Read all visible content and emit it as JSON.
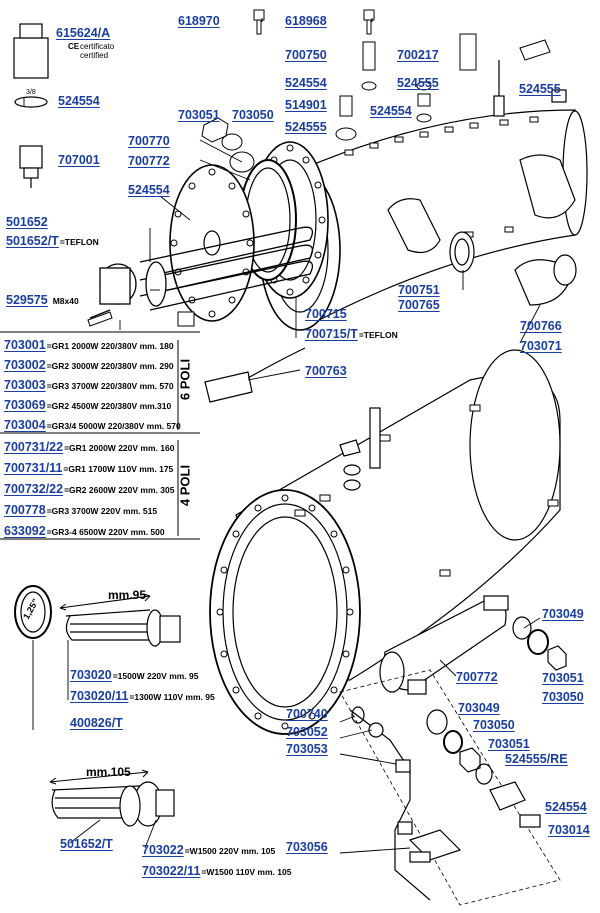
{
  "parts": {
    "p615624A": {
      "code": "615624/A"
    },
    "p524554a": {
      "code": "524554"
    },
    "p707001": {
      "code": "707001"
    },
    "p618970": {
      "code": "618970"
    },
    "p618968": {
      "code": "618968"
    },
    "p700750": {
      "code": "700750"
    },
    "p700217": {
      "code": "700217"
    },
    "p524554b": {
      "code": "524554"
    },
    "p524555a": {
      "code": "524555"
    },
    "p524555b": {
      "code": "524555"
    },
    "p514901": {
      "code": "514901"
    },
    "p524554c": {
      "code": "524554"
    },
    "p703051a": {
      "code": "703051"
    },
    "p703050a": {
      "code": "703050"
    },
    "p524555c": {
      "code": "524555"
    },
    "p700770": {
      "code": "700770"
    },
    "p700772a": {
      "code": "700772"
    },
    "p524554d": {
      "code": "524554"
    },
    "p501652": {
      "code": "501652"
    },
    "p501652T": {
      "code": "501652/T",
      "suffix": "=TEFLON"
    },
    "p529575": {
      "code": "529575",
      "suffix": "M8x40"
    },
    "p700751": {
      "code": "700751"
    },
    "p700765": {
      "code": "700765"
    },
    "p700715": {
      "code": "700715"
    },
    "p700715T": {
      "code": "700715/T",
      "suffix": "=TEFLON"
    },
    "p700766": {
      "code": "700766"
    },
    "p703071": {
      "code": "703071"
    },
    "p700763": {
      "code": "700763"
    },
    "p703049a": {
      "code": "703049"
    },
    "p703051b": {
      "code": "703051"
    },
    "p703050b": {
      "code": "703050"
    },
    "p700772b": {
      "code": "700772"
    },
    "p703020": {
      "code": "703020",
      "suffix": "=1500W 220V mm. 95"
    },
    "p703020_11": {
      "code": "703020/11",
      "suffix": "=1300W 110V mm. 95"
    },
    "p400826T": {
      "code": "400826/T"
    },
    "p700740": {
      "code": "700740"
    },
    "p703052": {
      "code": "703052"
    },
    "p703053": {
      "code": "703053"
    },
    "p703049b": {
      "code": "703049"
    },
    "p703050c": {
      "code": "703050"
    },
    "p703051c": {
      "code": "703051"
    },
    "p524555RE": {
      "code": "524555/RE"
    },
    "p524554e": {
      "code": "524554"
    },
    "p703014": {
      "code": "703014"
    },
    "p703056": {
      "code": "703056"
    },
    "p501652T2": {
      "code": "501652/T"
    },
    "p703022": {
      "code": "703022",
      "suffix": "=W1500 220V mm. 105"
    },
    "p703022_11": {
      "code": "703022/11",
      "suffix": "=W1500 110V mm. 105"
    }
  },
  "elements6": {
    "group_label": "6 POLI",
    "rows": [
      {
        "code": "703001",
        "spec": "=GR1 2000W 220/380V mm. 180"
      },
      {
        "code": "703002",
        "spec": "=GR2 3000W 220/380V mm. 290"
      },
      {
        "code": "703003",
        "spec": "=GR3 3700W 220/380V mm. 570"
      },
      {
        "code": "703069",
        "spec": "=GR2 4500W 220/380V mm.310"
      },
      {
        "code": "703004",
        "spec": "=GR3/4 5000W 220/380V mm. 570"
      }
    ]
  },
  "elements4": {
    "group_label": "4 POLI",
    "rows": [
      {
        "code": "700731/22",
        "spec": "=GR1 2000W 220V mm. 160"
      },
      {
        "code": "700731/11",
        "spec": "=GR1 1700W 110V mm. 175"
      },
      {
        "code": "700732/22",
        "spec": "=GR2 2600W 220V mm. 305"
      },
      {
        "code": "700778",
        "spec": "=GR3 3700W 220V mm. 515"
      },
      {
        "code": "633092",
        "spec": "=GR3-4 6500W 220V mm. 500"
      }
    ]
  },
  "notes": {
    "cert1": "certificato",
    "cert2": "certified",
    "ce": "CE",
    "size_38": "3/8",
    "dim95": "mm.95",
    "dim105": "mm.105",
    "gauge": "1,25\""
  },
  "colors": {
    "label": "#1a3ea0",
    "line": "#000000"
  }
}
